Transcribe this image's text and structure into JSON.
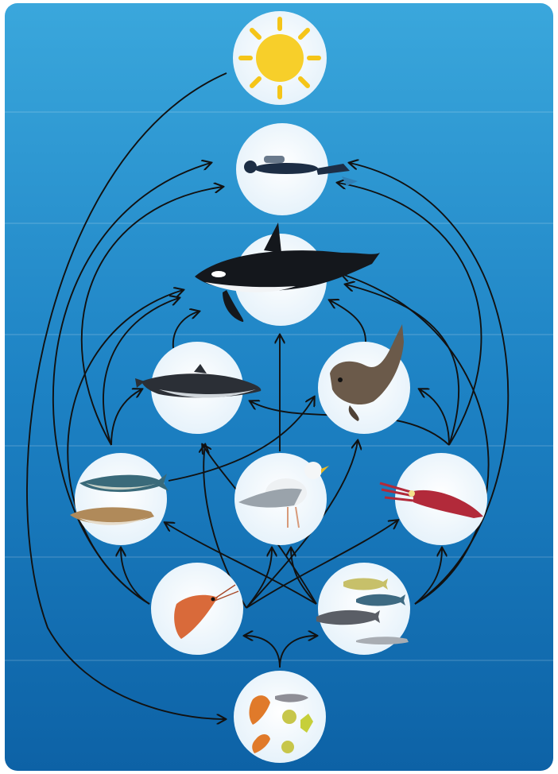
{
  "diagram": {
    "kind": "marine food web",
    "background_colors": [
      "#3aa3d8",
      "#1b7ec0",
      "#0f63a8"
    ],
    "nodes": [
      {
        "id": "sun",
        "icon": "sun-icon"
      },
      {
        "id": "diver",
        "icon": "scuba-diver-icon"
      },
      {
        "id": "orca",
        "icon": "killer-whale-icon"
      },
      {
        "id": "porpoise",
        "icon": "porpoise-icon"
      },
      {
        "id": "seal",
        "icon": "seal-icon"
      },
      {
        "id": "fish",
        "icon": "mackerel-and-cod-icon"
      },
      {
        "id": "gull",
        "icon": "seagull-icon"
      },
      {
        "id": "squid",
        "icon": "squid-icon"
      },
      {
        "id": "krill",
        "icon": "krill-icon"
      },
      {
        "id": "smallfish",
        "icon": "small-fish-icon"
      },
      {
        "id": "plankton",
        "icon": "plankton-icon"
      }
    ],
    "arrows": [
      {
        "from": "sun",
        "to": "plankton"
      },
      {
        "from": "plankton",
        "to": "krill"
      },
      {
        "from": "plankton",
        "to": "smallfish"
      },
      {
        "from": "krill",
        "to": "fish"
      },
      {
        "from": "krill",
        "to": "gull"
      },
      {
        "from": "krill",
        "to": "squid"
      },
      {
        "from": "krill",
        "to": "porpoise"
      },
      {
        "from": "krill",
        "to": "orca"
      },
      {
        "from": "krill",
        "to": "diver"
      },
      {
        "from": "smallfish",
        "to": "fish"
      },
      {
        "from": "smallfish",
        "to": "gull"
      },
      {
        "from": "smallfish",
        "to": "squid"
      },
      {
        "from": "smallfish",
        "to": "seal"
      },
      {
        "from": "smallfish",
        "to": "orca"
      },
      {
        "from": "smallfish",
        "to": "diver"
      },
      {
        "from": "fish",
        "to": "porpoise"
      },
      {
        "from": "fish",
        "to": "seal"
      },
      {
        "from": "fish",
        "to": "orca"
      },
      {
        "from": "fish",
        "to": "diver"
      },
      {
        "from": "gull",
        "to": "orca"
      },
      {
        "from": "squid",
        "to": "porpoise"
      },
      {
        "from": "squid",
        "to": "seal"
      },
      {
        "from": "squid",
        "to": "orca"
      },
      {
        "from": "squid",
        "to": "diver"
      },
      {
        "from": "porpoise",
        "to": "orca"
      },
      {
        "from": "seal",
        "to": "orca"
      }
    ]
  }
}
